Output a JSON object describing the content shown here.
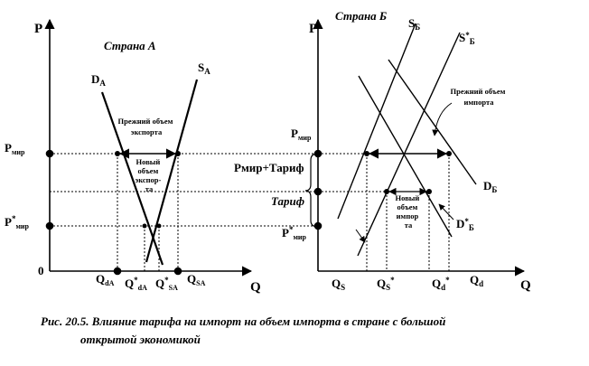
{
  "left_panel": {
    "title": "Страна А",
    "axis_p": "P",
    "axis_q": "Q",
    "origin": "0",
    "demand": {
      "main": "D",
      "sub": "A"
    },
    "supply": {
      "main": "S",
      "sub": "A"
    },
    "price_world": {
      "main": "P",
      "sub": "мир"
    },
    "price_world_new": {
      "main": "P",
      "sup": "*",
      "sub": "мир"
    },
    "q_da": {
      "main": "Q",
      "sub": "dA"
    },
    "q_da_new": {
      "main": "Q",
      "sup": "*",
      "sub": "dA"
    },
    "q_sa_new": {
      "main": "Q",
      "sup": "*",
      "sub": "SA"
    },
    "q_sa": {
      "main": "Q",
      "sub": "SA"
    },
    "old_export": [
      "Прежний объем",
      "экспорта"
    ],
    "new_export": [
      "Новый",
      "объем",
      "экспор-",
      "та"
    ]
  },
  "middle_labels": {
    "price_plus_tariff": "Pмир+Тариф",
    "tariff": "Тариф"
  },
  "right_panel": {
    "title": "Страна Б",
    "axis_p": "P",
    "axis_q": "Q",
    "supply": {
      "main": "S",
      "sub": "Б"
    },
    "supply_new": {
      "main": "S",
      "sup": "*",
      "sub": "Б"
    },
    "demand": {
      "main": "D",
      "sub": "Б"
    },
    "demand_new": {
      "main": "D",
      "sup": "*",
      "sub": "Б"
    },
    "price_world": {
      "main": "P",
      "sub": "мир"
    },
    "price_world_new": {
      "main": "P",
      "sup": "*",
      "sub": "мир"
    },
    "q_s": {
      "main": "Q",
      "sub": "S"
    },
    "q_s_new": {
      "main": "Q",
      "sub": "S",
      "sup": "*"
    },
    "q_d_new": {
      "main": "Q",
      "sub": "d",
      "sup": "*"
    },
    "q_d": {
      "main": "Q",
      "sub": "d"
    },
    "old_import": [
      "Прежний объем",
      "импорта"
    ],
    "new_import": [
      "Новый",
      "объем",
      "импор",
      "та"
    ]
  },
  "caption": {
    "line1": "Рис. 20.5. Влияние тарифа на импорт на объем импорта в стране с большой",
    "line2": "открытой экономикой"
  }
}
